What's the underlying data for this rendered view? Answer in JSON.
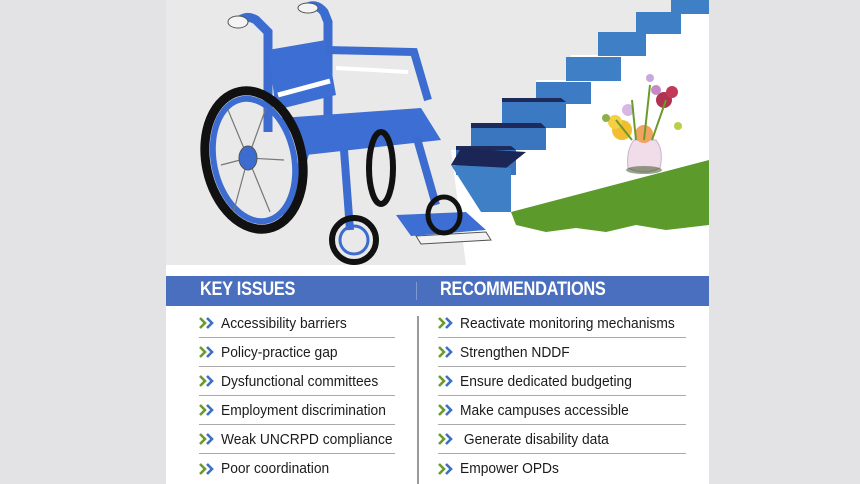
{
  "illustration": {
    "description": "Blue wheelchair facing a blue staircase, flower vase on green ground",
    "icons": [
      "wheelchair-icon",
      "staircase-icon",
      "flower-vase-icon"
    ]
  },
  "colors": {
    "background": "#e3e3e5",
    "header_bar": "#4a6fbf",
    "bullet_green": "#6b9b2a",
    "bullet_blue": "#3d6fc4",
    "separator": "#a9a9a9",
    "text": "#1b1b1b"
  },
  "key_issues": {
    "title": "KEY ISSUES",
    "bullet_icon": "double-chevron-right-icon",
    "items": [
      "Accessibility barriers",
      "Policy-practice gap",
      "Dysfunctional committees",
      "Employment discrimination",
      "Weak UNCRPD compliance",
      "Poor coordination"
    ]
  },
  "recommendations": {
    "title": "RECOMMENDATIONS",
    "bullet_icon": "double-chevron-right-icon",
    "items": [
      "Reactivate monitoring mechanisms",
      "Strengthen NDDF",
      "Ensure dedicated budgeting",
      "Make campuses accessible",
      " Generate disability data",
      "Empower OPDs"
    ]
  }
}
